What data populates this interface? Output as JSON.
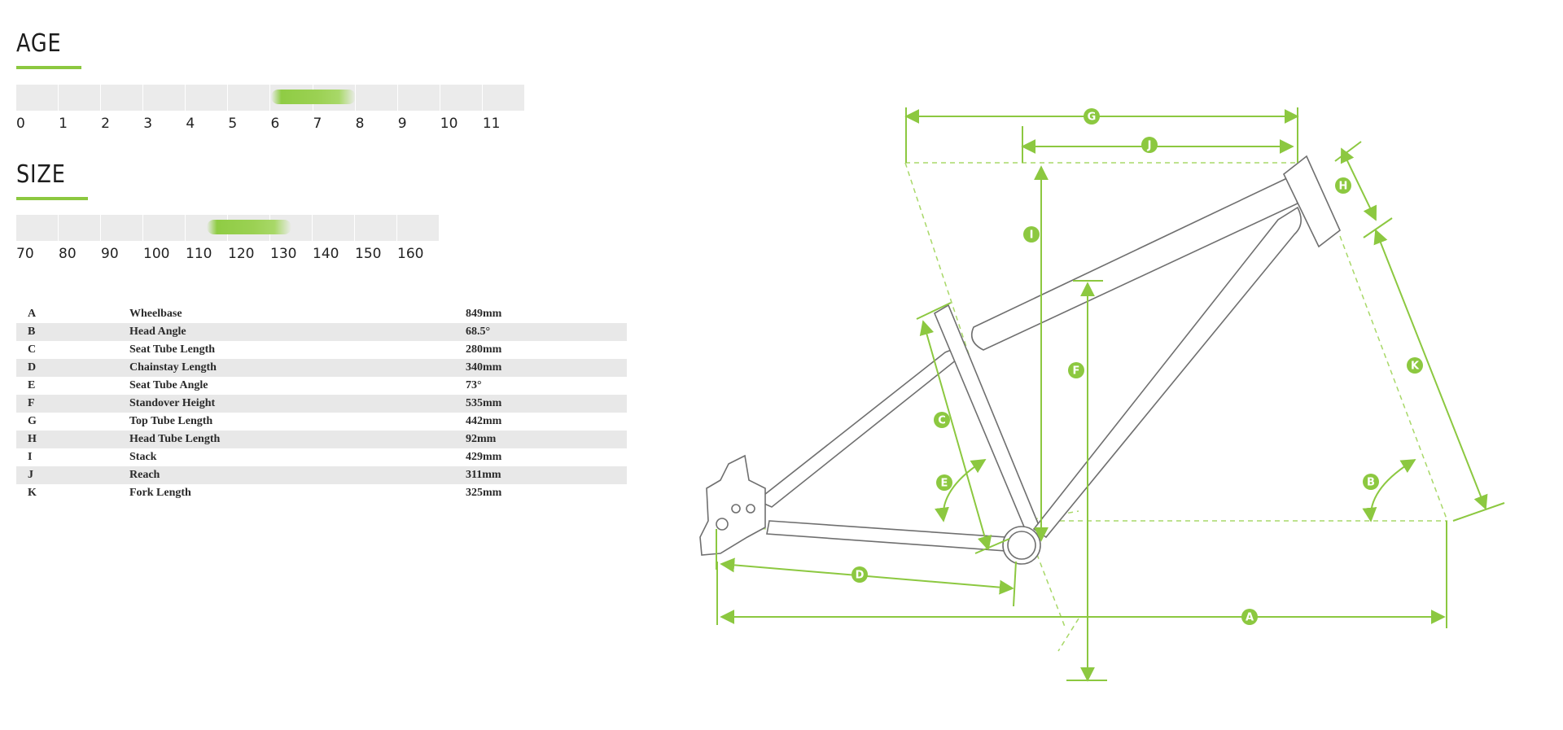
{
  "age": {
    "heading": "AGE",
    "labels": [
      "0",
      "1",
      "2",
      "3",
      "4",
      "5",
      "6",
      "7",
      "8",
      "9",
      "10",
      "11"
    ],
    "range": [
      6,
      8
    ]
  },
  "size": {
    "heading": "SIZE",
    "labels": [
      "70",
      "80",
      "90",
      "100",
      "110",
      "120",
      "130",
      "140",
      "150",
      "160"
    ],
    "range": [
      115,
      135
    ]
  },
  "geometry": [
    {
      "letter": "A",
      "name": "Wheelbase",
      "value": "849mm"
    },
    {
      "letter": "B",
      "name": "Head Angle",
      "value": "68.5°"
    },
    {
      "letter": "C",
      "name": "Seat Tube Length",
      "value": "280mm"
    },
    {
      "letter": "D",
      "name": "Chainstay Length",
      "value": "340mm"
    },
    {
      "letter": "E",
      "name": "Seat Tube Angle",
      "value": "73°"
    },
    {
      "letter": "F",
      "name": "Standover Height",
      "value": "535mm"
    },
    {
      "letter": "G",
      "name": "Top Tube Length",
      "value": "442mm"
    },
    {
      "letter": "H",
      "name": "Head Tube Length",
      "value": "92mm"
    },
    {
      "letter": "I",
      "name": "Stack",
      "value": "429mm"
    },
    {
      "letter": "J",
      "name": "Reach",
      "value": "311mm"
    },
    {
      "letter": "K",
      "name": "Fork Length",
      "value": "325mm"
    }
  ],
  "diagram": {
    "markers": [
      "A",
      "B",
      "C",
      "D",
      "E",
      "F",
      "G",
      "H",
      "I",
      "J",
      "K"
    ]
  },
  "colors": {
    "accent": "#8cc840",
    "frame_line": "#6f6f6f",
    "row_shade": "#e8e8e8",
    "scale_bg": "#ebebeb"
  }
}
